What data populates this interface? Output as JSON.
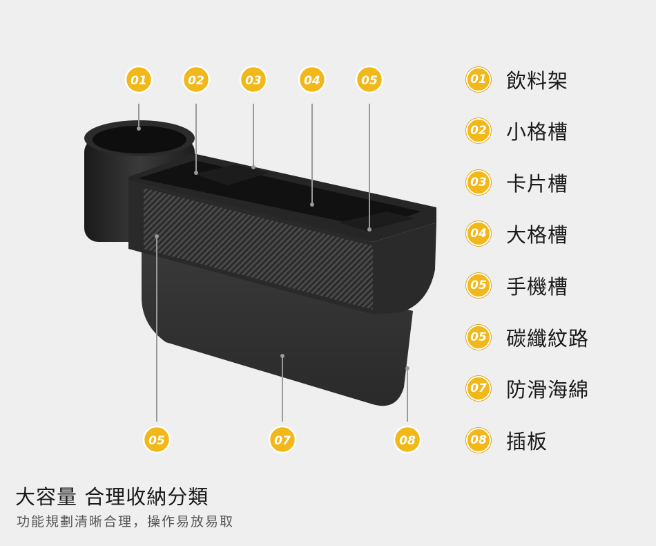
{
  "callouts_top": [
    "01",
    "02",
    "03",
    "04",
    "05"
  ],
  "callouts_bottom": [
    "05",
    "07",
    "08"
  ],
  "legend": [
    {
      "num": "01",
      "label": "飲料架"
    },
    {
      "num": "02",
      "label": "小格槽"
    },
    {
      "num": "03",
      "label": "卡片槽"
    },
    {
      "num": "04",
      "label": "大格槽"
    },
    {
      "num": "05",
      "label": "手機槽"
    },
    {
      "num": "05",
      "label": "碳纖紋路"
    },
    {
      "num": "07",
      "label": "防滑海綿"
    },
    {
      "num": "08",
      "label": "插板"
    }
  ],
  "heading": "大容量 合理收納分類",
  "subheading": "功能規劃清晰合理，操作易放易取",
  "colors": {
    "badge": "#f2b81a",
    "background": "#efefef"
  }
}
